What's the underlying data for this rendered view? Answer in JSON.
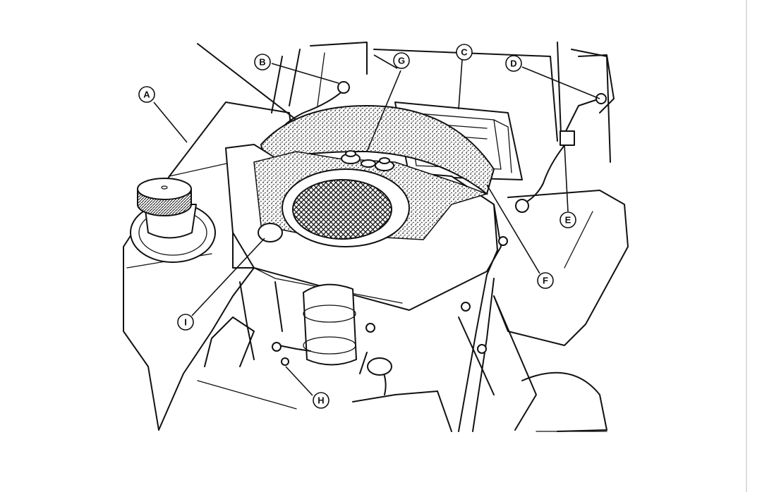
{
  "callouts": {
    "a": "A",
    "b": "B",
    "c": "C",
    "d": "D",
    "e": "E",
    "f": "F",
    "g": "G",
    "h": "H",
    "i": "I"
  },
  "colors": {
    "ink": "#111111",
    "paper": "#ffffff"
  }
}
